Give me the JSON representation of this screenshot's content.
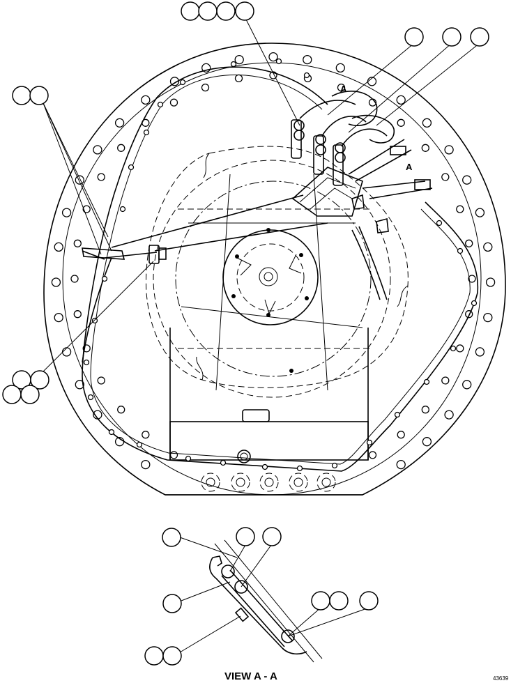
{
  "section_mark_top": "A",
  "section_mark_side": "A",
  "view_title": "VIEW A - A",
  "drawing_number": "43639"
}
